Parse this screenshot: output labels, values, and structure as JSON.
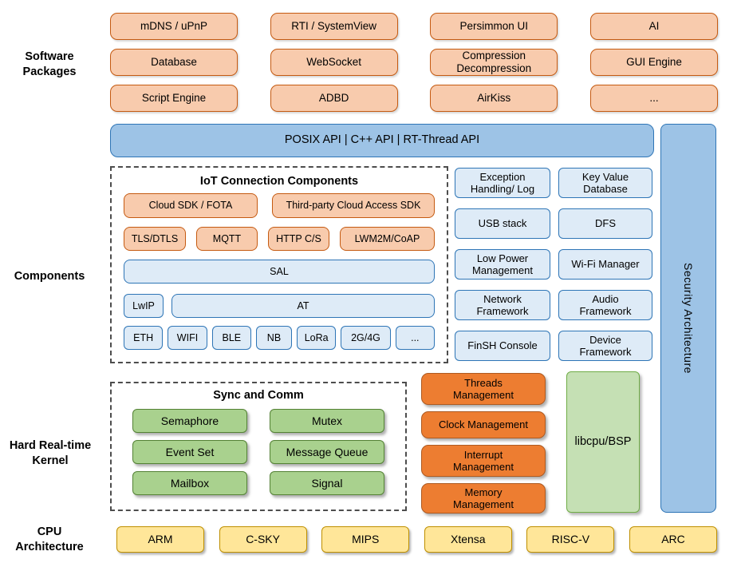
{
  "colors": {
    "peach_fill": "#F8CBAD",
    "peach_border": "#C55A11",
    "blue_fill": "#9DC3E6",
    "blue_border": "#2E75B6",
    "lightblue_fill": "#DEEBF7",
    "green_fill": "#A9D18E",
    "green_border": "#548235",
    "lightgreen_fill": "#C5E0B4",
    "mgmt_orange_fill": "#ED7D31",
    "mgmt_orange_border": "#AE5A21",
    "yellow_fill": "#FFE699",
    "yellow_border": "#BF9000"
  },
  "labels": {
    "software_packages": "Software\nPackages",
    "components": "Components",
    "kernel": "Hard Real-time\nKernel",
    "cpu": "CPU\nArchitecture"
  },
  "software_packages": [
    [
      "mDNS / uPnP",
      "RTI / SystemView",
      "Persimmon UI",
      "AI"
    ],
    [
      "Database",
      "WebSocket",
      "Compression\nDecompression",
      "GUI Engine"
    ],
    [
      "Script Engine",
      "ADBD",
      "AirKiss",
      "..."
    ]
  ],
  "api_bar": "POSIX API | C++ API | RT-Thread API",
  "security_bar": "Security Architecture",
  "iot": {
    "title": "IoT Connection Components",
    "cloud": [
      "Cloud SDK / FOTA",
      "Third-party Cloud Access SDK"
    ],
    "protocols": [
      "TLS/DTLS",
      "MQTT",
      "HTTP C/S",
      "LWM2M/CoAP"
    ],
    "sal": "SAL",
    "lwip": "LwIP",
    "at": "AT",
    "links": [
      "ETH",
      "WIFI",
      "BLE",
      "NB",
      "LoRa",
      "2G/4G",
      "..."
    ]
  },
  "components": [
    "Exception\nHandling/ Log",
    "Key Value\nDatabase",
    "USB stack",
    "DFS",
    "Low Power\nManagement",
    "Wi-Fi Manager",
    "Network\nFramework",
    "Audio\nFramework",
    "FinSH Console",
    "Device\nFramework"
  ],
  "kernel": {
    "title": "Sync and Comm",
    "sync": [
      "Semaphore",
      "Mutex",
      "Event Set",
      "Message Queue",
      "Mailbox",
      "Signal"
    ],
    "mgmt": [
      "Threads\nManagement",
      "Clock Management",
      "Interrupt\nManagement",
      "Memory\nManagement"
    ],
    "libcpu": "libcpu/BSP"
  },
  "cpu": [
    "ARM",
    "C-SKY",
    "MIPS",
    "Xtensa",
    "RISC-V",
    "ARC"
  ]
}
